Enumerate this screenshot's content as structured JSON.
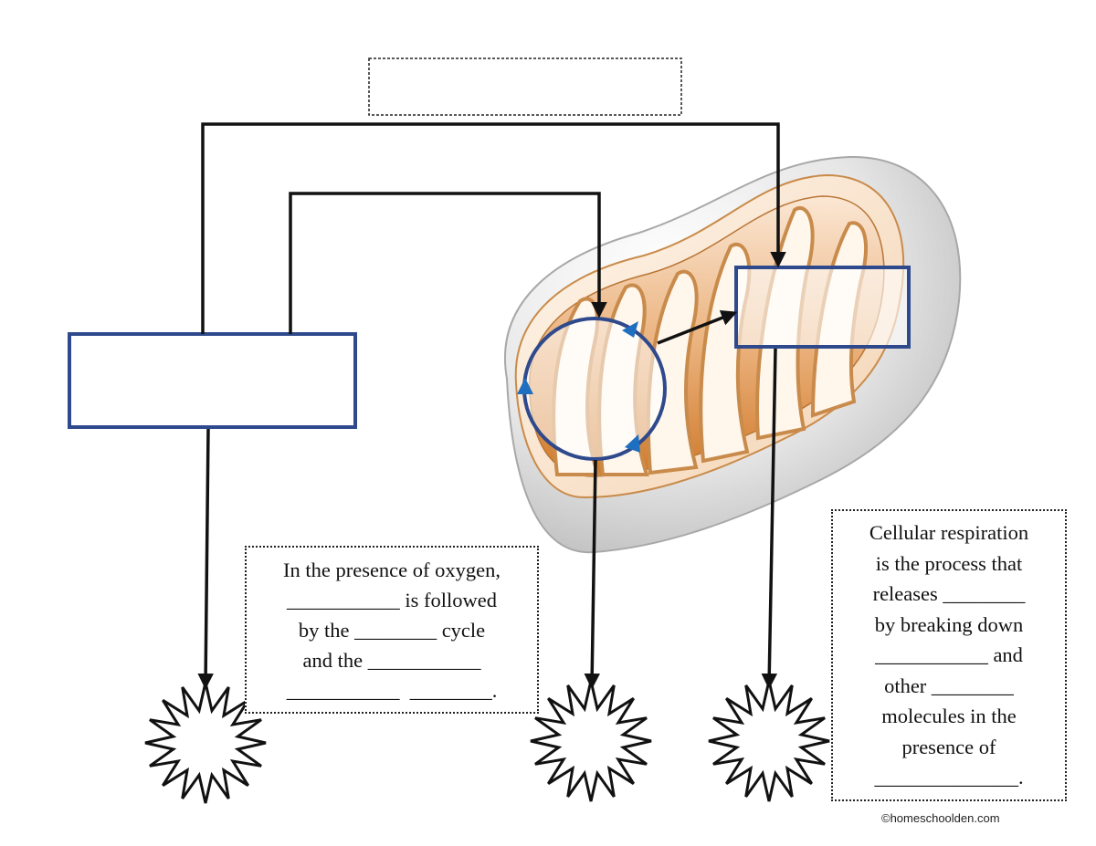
{
  "notes": {
    "presence_of_oxygen": [
      "In the presence of oxygen,",
      "___________ is followed",
      "by the ________ cycle",
      "and the ___________",
      "___________  ________."
    ],
    "cellular_respiration": [
      "Cellular respiration",
      "is the process that",
      "releases ________",
      "by breaking down",
      "___________ and",
      "other ________",
      "molecules in the",
      "presence of",
      "______________."
    ]
  },
  "credit": "©homeschoolden.com",
  "colors": {
    "box_outline": "#2e4a8c",
    "cycle_arrow": "#1f6fc0",
    "cristae_orange": "#d98a3a",
    "membrane_gray": "#c8c8c8"
  }
}
